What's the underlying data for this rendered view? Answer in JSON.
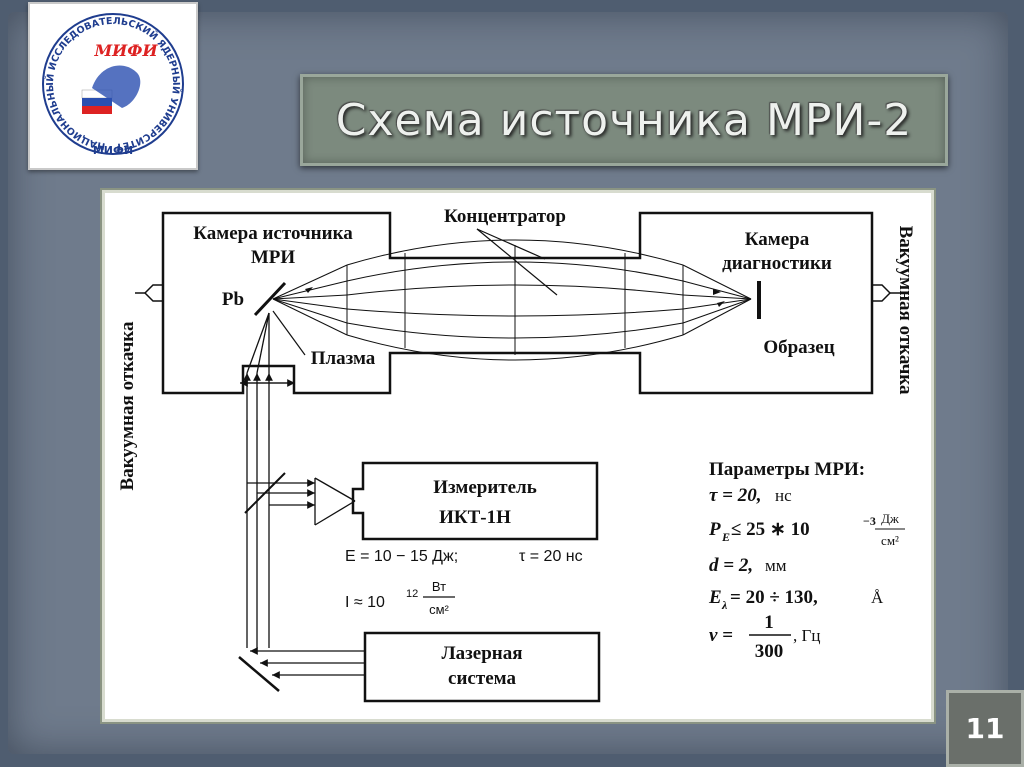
{
  "slide": {
    "title": "Схема источника МРИ-2",
    "page_number": "11"
  },
  "logo": {
    "ring_text": "НАЦИОНАЛЬНЫЙ ИССЛЕДОВАТЕЛЬСКИЙ ЯДЕРНЫЙ УНИВЕРСИТЕТ",
    "bottom_text": "МИФИ",
    "mark_text": "МИФИ"
  },
  "diagram": {
    "vacuum_left": "Вакуумная откачка",
    "vacuum_right": "Вакуумная откачка",
    "source_chamber_line1": "Камера источника",
    "source_chamber_line2": "МРИ",
    "concentrator": "Концентратор",
    "diag_chamber_line1": "Камера",
    "diag_chamber_line2": "диагностики",
    "pb": "Pb",
    "plasma": "Плазма",
    "sample": "Образец",
    "meter_line1": "Измеритель",
    "meter_line2": "ИКТ-1Н",
    "energy": "E = 10 − 15 Дж;",
    "tau_meter": "τ = 20 нс",
    "intensity_prefix": "I ≈ 10",
    "intensity_exp": "12",
    "intensity_num": "Вт",
    "intensity_den": "см²",
    "laser_line1": "Лазерная",
    "laser_line2": "система"
  },
  "params": {
    "heading": "Параметры МРИ:",
    "tau": "τ = 20,",
    "tau_unit": " нс",
    "pe": "P",
    "pe_sub": "E",
    "pe_rest": " ≤ 25 ∗ 10",
    "pe_exp": "−3",
    "pe_num": "Дж",
    "pe_den": "см²",
    "d": "d = 2,",
    "d_unit": " мм",
    "el": "E",
    "el_sub": "λ",
    "el_rest": " = 20 ÷ 130,",
    "el_unit": " Å",
    "nu": "ν = ",
    "nu_num": "1",
    "nu_den": "300",
    "nu_unit": ", Гц"
  }
}
